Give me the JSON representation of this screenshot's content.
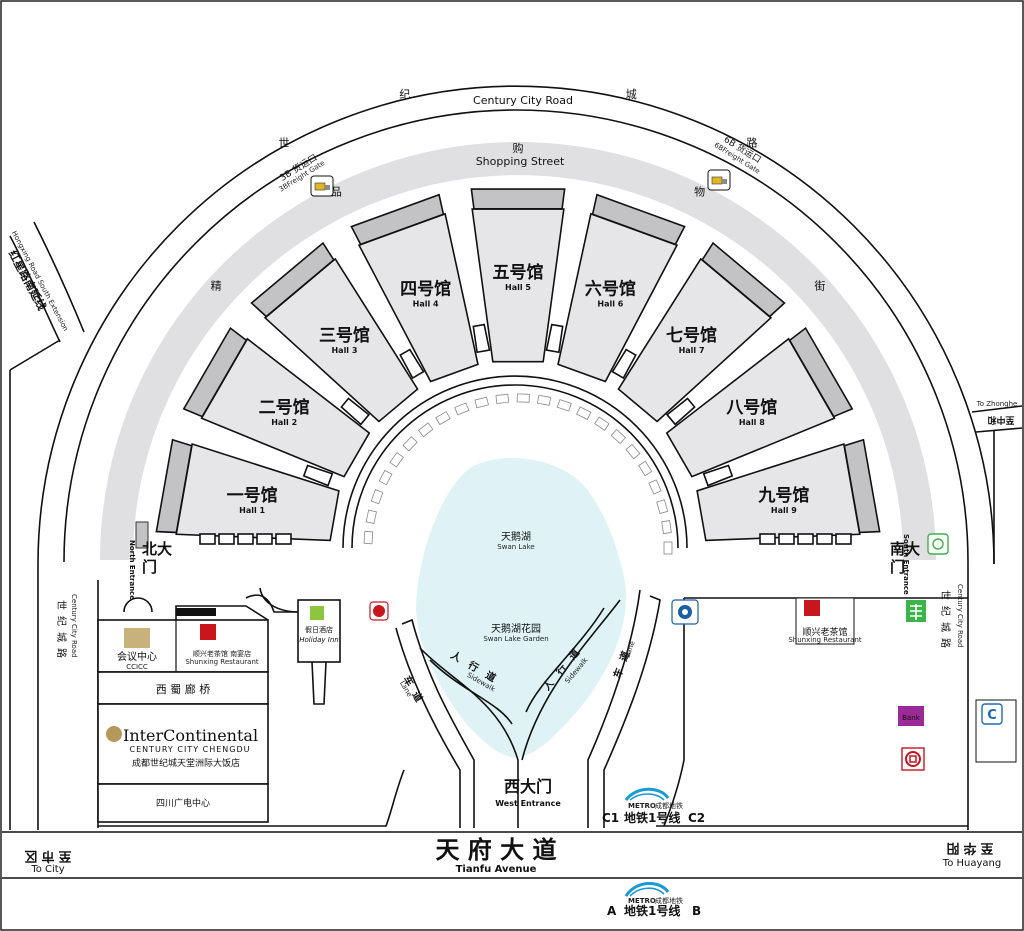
{
  "roads": {
    "century_city_road_top": "Century City Road",
    "century_city_road_top_cn_chars": [
      "世",
      "纪",
      "城",
      "路"
    ],
    "shopping_street": "Shopping Street",
    "shopping_street_cn_chars": [
      "精",
      "品",
      "购",
      "物",
      "街"
    ],
    "tianfu_cn": "天 府 大 道",
    "tianfu_en": "Tianfu Avenue",
    "to_city_cn": "至市区",
    "to_city_en": "To City",
    "to_huayang_cn": "至华阳",
    "to_huayang_en": "To Huayang",
    "to_zhonghe_cn": "至中和",
    "to_zhonghe_en": "To Zhonghe",
    "hongxing_cn": "红星路南延线",
    "hongxing_en": "Hongxing Road South Extension",
    "century_city_road_side_cn": "世纪城路",
    "century_city_road_side_en": "Century City Road",
    "lane_cn": "车道",
    "lane_en": "Lane",
    "sidewalk_cn": "人行道",
    "sidewalk_en": "Sidewalk"
  },
  "halls": [
    {
      "cn": "一号馆",
      "en": "Hall 1"
    },
    {
      "cn": "二号馆",
      "en": "Hall 2"
    },
    {
      "cn": "三号馆",
      "en": "Hall 3"
    },
    {
      "cn": "四号馆",
      "en": "Hall 4"
    },
    {
      "cn": "五号馆",
      "en": "Hall 5"
    },
    {
      "cn": "六号馆",
      "en": "Hall 6"
    },
    {
      "cn": "七号馆",
      "en": "Hall 7"
    },
    {
      "cn": "八号馆",
      "en": "Hall 8"
    },
    {
      "cn": "九号馆",
      "en": "Hall 9"
    }
  ],
  "gates": {
    "freight_3b_cn": "3B 货运口",
    "freight_3b_en": "3BFreight Gate",
    "freight_6b_cn": "6B 货运口",
    "freight_6b_en": "6BFreight Gate",
    "north_cn": "北大门",
    "north_en": "North Entrance",
    "south_cn": "南大门",
    "south_en": "South Entrance",
    "west_cn": "西大门",
    "west_en": "West Entrance"
  },
  "lake": {
    "name_cn": "天鹅湖",
    "name_en": "Swan Lake",
    "garden_cn": "天鹅湖花园",
    "garden_en": "Swan Lake Garden"
  },
  "buildings": {
    "ccicc_cn": "会议中心",
    "ccicc_en": "CCICC",
    "shunxing_cn": "顺兴老茶馆",
    "shunxing_sub_cn": "顺兴老茶馆 南宴店",
    "shunxing_en": "Shunxing Restaurant",
    "holiday_cn": "假日酒店",
    "holiday_en": "Holiday Inn",
    "bridge_cn": "西 蜀 廊 桥",
    "intercontinental_brand": "InterContinental",
    "intercontinental_sub": "CENTURY CITY CHENGDU",
    "intercontinental_cn": "成都世纪城天堂洲际大饭店",
    "sichuan_tv_cn": "四川广电中心",
    "bank_label": "Bank"
  },
  "metro": {
    "line1_cn": "地铁1号线",
    "metro_word": "METRO",
    "metro_cn": "成都地铁",
    "exit_c1": "C1",
    "exit_c2": "C2",
    "exit_a": "A",
    "exit_b": "B"
  },
  "colors": {
    "hall_fill": "#e6e6e8",
    "door_fill": "#c3c3c6",
    "ring_fill": "#e0e0e2",
    "lake_fill": "#dff3f7",
    "rail_green": "#3cb44a",
    "holiday_green": "#8cc63f",
    "bank_purple": "#9b2a97",
    "cn_red": "#c8161d",
    "metro_blue": "#1a9ad6"
  }
}
